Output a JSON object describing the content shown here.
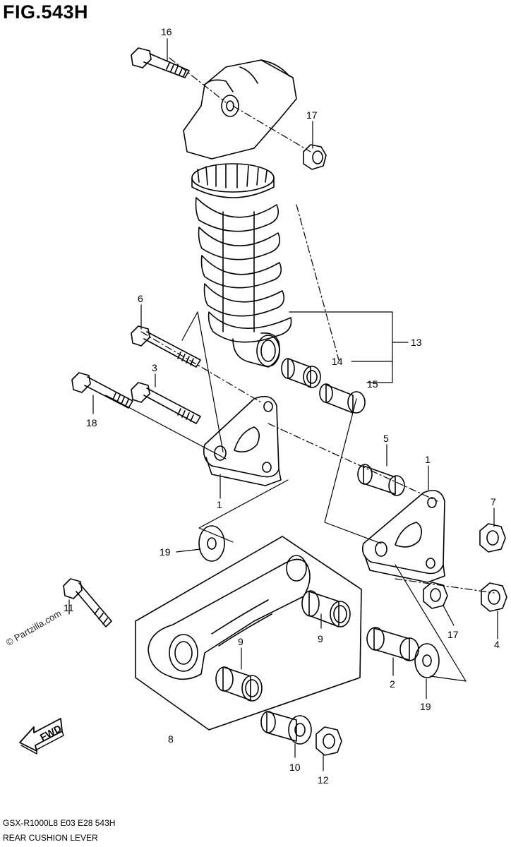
{
  "figure": {
    "title": "FIG.543H",
    "footer_model": "GSX-R1000L8  E03  E28  543H",
    "footer_name": "REAR CUSHION LEVER",
    "watermark": "© Partzilla.com",
    "fwd_label": "FWD"
  },
  "callouts": {
    "c16": "16",
    "c17a": "17",
    "c6": "6",
    "c13": "13",
    "c14": "14",
    "c15": "15",
    "c3": "3",
    "c18": "18",
    "c1a": "1",
    "c5": "5",
    "c1b": "1",
    "c7": "7",
    "c19a": "19",
    "c11": "11",
    "c9a": "9",
    "c9b": "9",
    "c17b": "17",
    "c4": "4",
    "c2": "2",
    "c19b": "19",
    "c8": "8",
    "c10": "10",
    "c12": "12"
  },
  "colors": {
    "line": "#000000",
    "background": "#ffffff"
  }
}
